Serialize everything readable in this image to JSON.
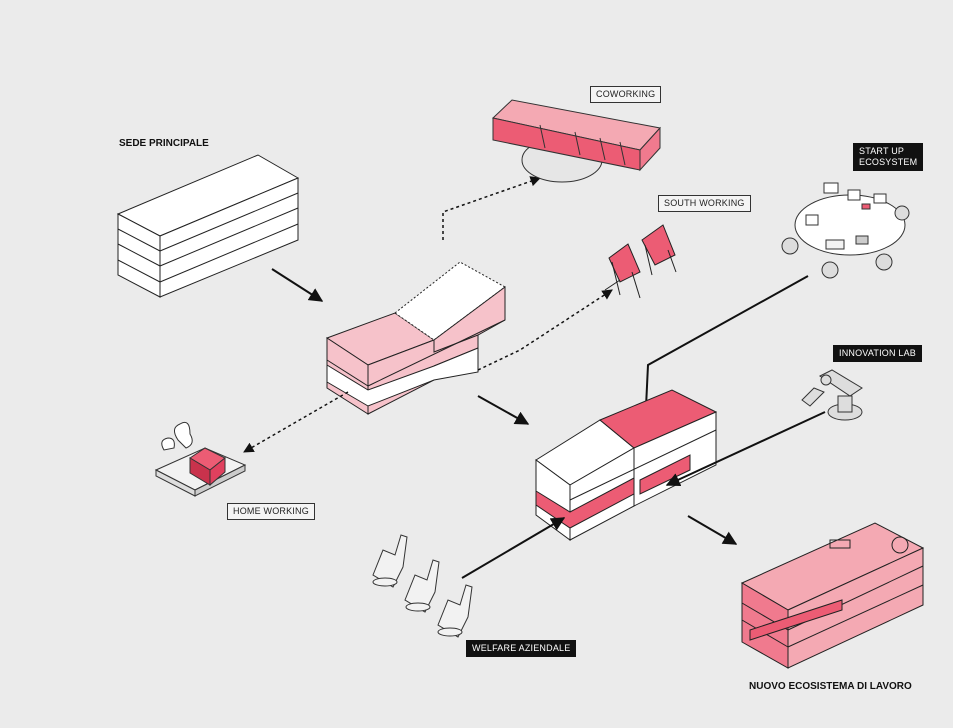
{
  "labels": {
    "sede_principale": "SEDE PRINCIPALE",
    "coworking": "COWORKING",
    "south_working": "SOUTH WORKING",
    "start_up_line1": "START UP",
    "start_up_line2": "ECOSYSTEM",
    "innovation_lab": "INNOVATION LAB",
    "home_working": "HOME WORKING",
    "welfare_aziendale": "WELFARE AZIENDALE",
    "nuovo_ecosistema": "NUOVO ECOSISTEMA DI LAVORO"
  },
  "colors": {
    "background": "#ebebeb",
    "pink_fill": "#f4a9b3",
    "pink_strong": "#ec5c74",
    "line": "#222222"
  }
}
